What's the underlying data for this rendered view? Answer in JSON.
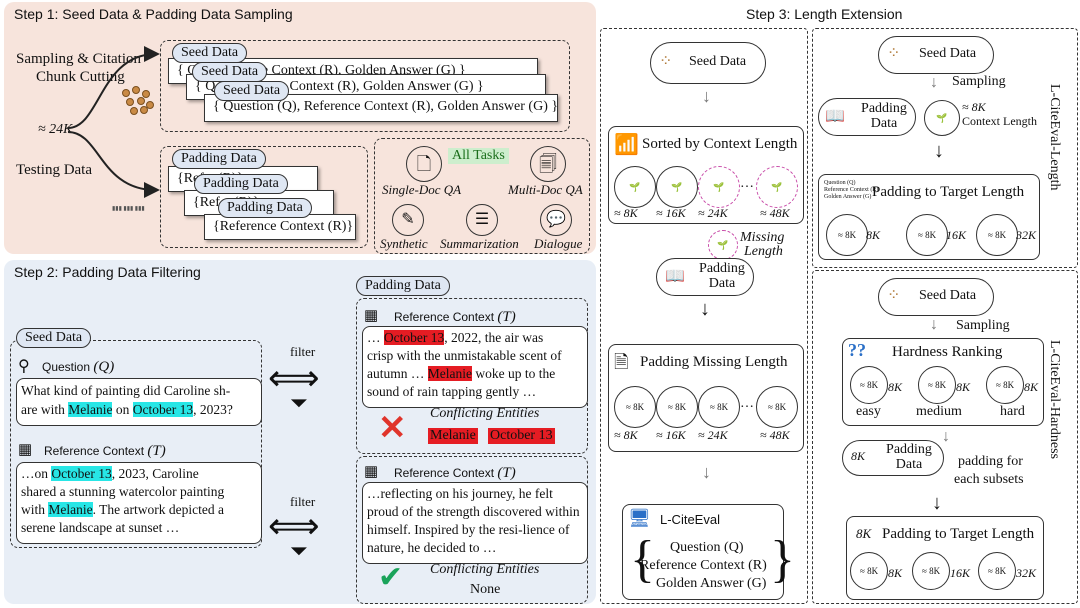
{
  "step1": {
    "title": "Step 1: Seed Data & Padding Data Sampling",
    "sampling_label_line1": "Sampling & Citation",
    "sampling_label_line2": "Chunk Cutting",
    "approx_label": "≈ 24K",
    "testing_label": "Testing Data",
    "seed_title": "Seed Data",
    "seed_content": "{ Question (Q), Reference Context (R), Golden Answer (G) }",
    "seed_back_content": "{ Q... Reference Context (R), Golden Answer (G) }",
    "padding_title": "Padding Data",
    "padding_content": "{Reference Context (R)}",
    "padding_back_content": "{Ref... (R)}",
    "all_tasks": "All Tasks",
    "tasks": [
      "Single-Doc QA",
      "Multi-Doc QA",
      "Synthetic",
      "Summarization",
      "Dialogue"
    ]
  },
  "step2": {
    "title": "Step 2: Padding Data Filtering",
    "seed_tag": "Seed Data",
    "padding_tag": "Padding Data",
    "question_label": "Question",
    "question_var": "(Q)",
    "question_parts": [
      "What kind of painting did Caroline sh-",
      "are with ",
      "Melanie",
      " on ",
      "October 13",
      ", 2023?"
    ],
    "ref_label": "Reference Context",
    "ref_var": "(T)",
    "ref_parts": [
      "…on ",
      "October 13",
      ", 2023, Caroline",
      "shared a stunning watercolor painting",
      "with ",
      "Melanie",
      ". The artwork depicted a",
      "serene landscape at sunset …"
    ],
    "filter_label": "filter",
    "bad_parts": [
      "… ",
      "October 13",
      ", 2022, the air was",
      "crisp with the unmistakable scent of",
      "autumn … ",
      "Melanie",
      " woke up to the",
      "sound of rain tapping gently …"
    ],
    "conflict_label": "Conflicting Entities",
    "conflict_entities": [
      "Melanie",
      "October 13"
    ],
    "good_text": "…reflecting on his journey, he felt proud of the strength discovered within himself. Inspired by the resi-lience of nature, he decided to …",
    "good_conflict": "None"
  },
  "step3": {
    "title": "Step 3: Length Extension",
    "seed_data": "Seed Data",
    "sorted_label": "Sorted by Context Length",
    "lengths": [
      "≈ 8K",
      "≈ 16K",
      "≈ 24K",
      "…",
      "≈ 48K"
    ],
    "missing_label_1": "Missing",
    "missing_label_2": "Length",
    "padding_data": "Padding Data",
    "padding_missing": "Padding Missing Length",
    "mini_label": "≈ 8K",
    "final_title": "L-CiteEval",
    "final_q": "Question (Q)",
    "final_r": "Reference Context (R)",
    "final_g": "Golden Answer (G)",
    "length_side": "L-CiteEval-Length",
    "hardness_side": "L-CiteEval-Hardness",
    "sampling": "Sampling",
    "approx_8k": "≈ 8K",
    "context_length": "Context Length",
    "padding_target": "Padding to Target Length",
    "target_lengths": [
      "8K",
      "16K",
      "32K"
    ],
    "hardness_ranking": "Hardness Ranking",
    "hardness_levels": [
      "easy",
      "medium",
      "hard"
    ],
    "hardness_vals": [
      "8K",
      "8K",
      "8K"
    ],
    "padding_for": "padding for",
    "each_subsets": "each subsets",
    "pad8k": "8K",
    "target_8k": "8K"
  }
}
